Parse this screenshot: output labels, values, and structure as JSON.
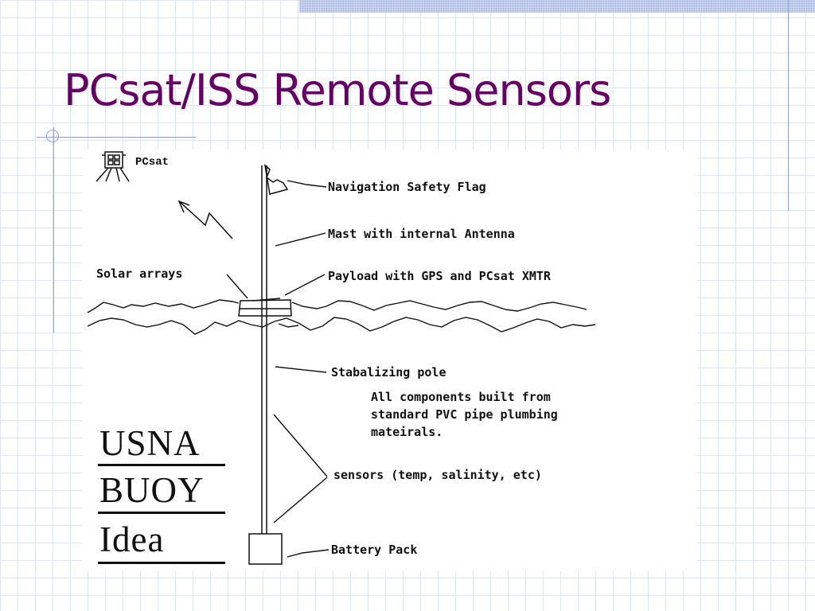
{
  "slide": {
    "title": "PCsat/ISS Remote Sensors"
  },
  "diagram": {
    "satellite_label": "PCsat",
    "labels": {
      "flag": "Navigation Safety Flag",
      "mast": "Mast with internal Antenna",
      "solar": "Solar arrays",
      "payload": "Payload with GPS and PCsat XMTR",
      "pole": "Stabalizing pole",
      "sensors": "sensors (temp, salinity, etc)",
      "battery": "Battery Pack"
    },
    "note_lines": [
      "All components built from",
      "standard PVC pipe plumbing",
      "mateirals."
    ],
    "stamp_words": [
      "USNA",
      "BUOY",
      "Idea"
    ]
  },
  "colors": {
    "title": "#660066",
    "grid": "#dfe4f1",
    "rule": "#8fa2d8",
    "ink": "#111111"
  }
}
